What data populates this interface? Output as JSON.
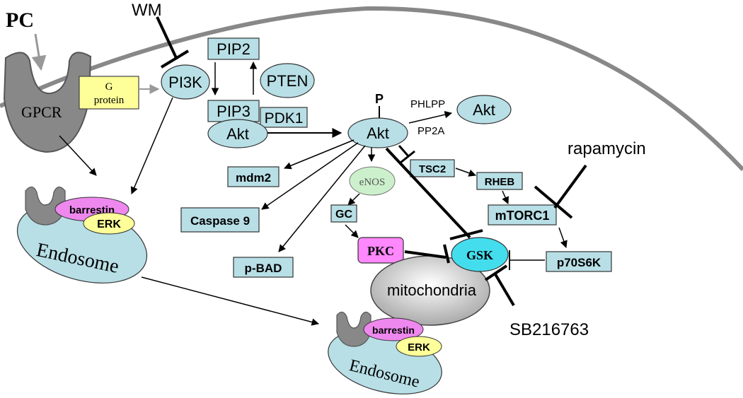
{
  "labels": {
    "pc": "PC",
    "wm": "WM",
    "g_protein_line1": "G",
    "g_protein_line2": "protein",
    "gpcr": "GPCR",
    "pi3k": "PI3K",
    "pip2": "PIP2",
    "pten": "PTEN",
    "pip3": "PIP3",
    "pdk1": "PDK1",
    "akt_membrane": "Akt",
    "p": "P",
    "akt_center": "Akt",
    "phlpp": "PHLPP",
    "pp2a": "PP2A",
    "akt_right": "Akt",
    "mdm2": "mdm2",
    "caspase9": "Caspase 9",
    "pbad": "p-BAD",
    "enos": "eNOS",
    "gc": "GC",
    "pkc": "PKC",
    "tsc2": "TSC2",
    "rheb": "RHEB",
    "mtorc1": "mTORC1",
    "rapamycin": "rapamycin",
    "p70s6k": "p70S6K",
    "gsk": "GSK",
    "mitochondria": "mitochondria",
    "sb216763": "SB216763",
    "barrestin_1": "barrestin",
    "erk_1": "ERK",
    "endosome_1": "Endosome",
    "barrestin_2": "barrestin",
    "erk_2": "ERK",
    "endosome_2": "Endosome"
  },
  "colors": {
    "node_fill": "#b8dfe6",
    "g_protein_fill": "#ffff99",
    "barrestin_fill": "#ee88ee",
    "erk_fill": "#ffff99",
    "pkc_fill": "#ff88ff",
    "gsk_fill": "#44ddee",
    "enos_fill": "#ccf0cc",
    "membrane": "#888888",
    "receptor": "#888888"
  }
}
